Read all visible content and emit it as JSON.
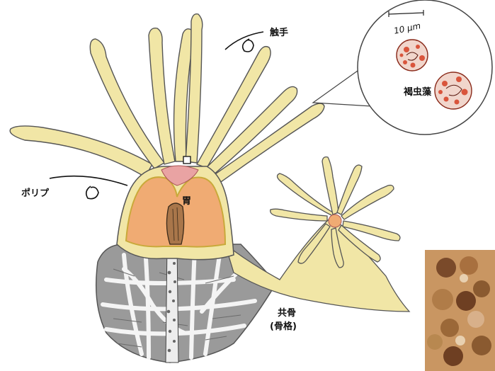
{
  "labels": {
    "tentacle": "触手",
    "polyp": "ポリプ",
    "stomach": "胃",
    "zooxanthellae": "褐虫藻",
    "coenosteum_line1": "共骨",
    "coenosteum_line2": "(骨格)",
    "scale_bar": "10 μm"
  },
  "colors": {
    "polyp_body": "#f1e6a6",
    "stomach": "#f0ab73",
    "mouth": "#e9a3a3",
    "skeleton": "#9a9a9a",
    "algae_cell": "#d9553c",
    "photo_bg": "#c99662"
  }
}
